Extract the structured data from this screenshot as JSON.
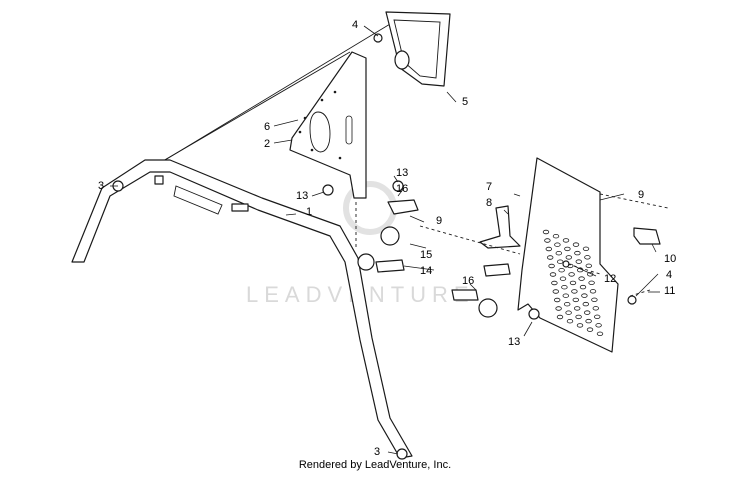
{
  "watermark": "LEADVENTURE",
  "footer": "Rendered by LeadVenture, Inc.",
  "callouts": [
    "1",
    "2",
    "3",
    "3",
    "4",
    "4",
    "5",
    "6",
    "7",
    "8",
    "9",
    "9",
    "10",
    "11",
    "12",
    "13",
    "13",
    "13",
    "14",
    "15",
    "16",
    "16"
  ]
}
